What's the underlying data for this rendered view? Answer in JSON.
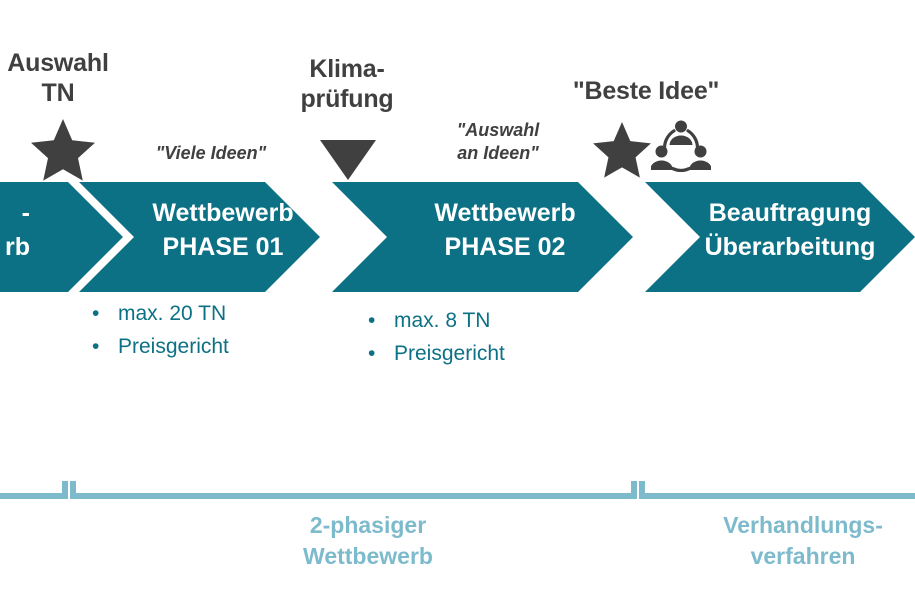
{
  "colors": {
    "teal": "#0d7186",
    "dark_gray": "#404040",
    "light_blue": "#7DBBCC",
    "white": "#ffffff"
  },
  "process_band": {
    "steps": [
      {
        "line1": "-",
        "line2": "rb",
        "truncated": true
      },
      {
        "line1": "Wettbewerb",
        "line2": "PHASE 01",
        "truncated": false
      },
      {
        "line1": "Wettbewerb",
        "line2": "PHASE 02",
        "truncated": false
      },
      {
        "line1": "Beauftragung",
        "line2": "Überarbeitung",
        "truncated": false
      }
    ]
  },
  "markers": [
    {
      "id": "auswahl-tn",
      "label": "Auswahl\nTN",
      "glyph": "star-icon"
    },
    {
      "id": "klimapruefung",
      "label": "Klima-\nprüfung",
      "glyph": "triangle-down-icon"
    },
    {
      "id": "beste-idee",
      "label": "\"Beste Idee\"",
      "glyph": "star-icon"
    }
  ],
  "extra_glyphs": [
    {
      "id": "collaboration",
      "glyph": "people-network-icon"
    }
  ],
  "quotes": [
    {
      "id": "viele-ideen",
      "text": "\"Viele Ideen\""
    },
    {
      "id": "auswahl-ideen",
      "text": "\"Auswahl\nan Ideen\""
    }
  ],
  "bullet_groups": [
    {
      "id": "phase-01",
      "items": [
        "max. 20 TN",
        "Preisgericht"
      ],
      "dot": "•"
    },
    {
      "id": "phase-02",
      "items": [
        "max. 8 TN",
        "Preisgericht"
      ],
      "dot": "•"
    }
  ],
  "brackets": [
    {
      "id": "left-cut",
      "label": "-"
    },
    {
      "id": "zweiphasig",
      "label": "2-phasiger\nWettbewerb"
    },
    {
      "id": "verhandlung",
      "label": "Verhandlungs-\nverfahren"
    }
  ]
}
